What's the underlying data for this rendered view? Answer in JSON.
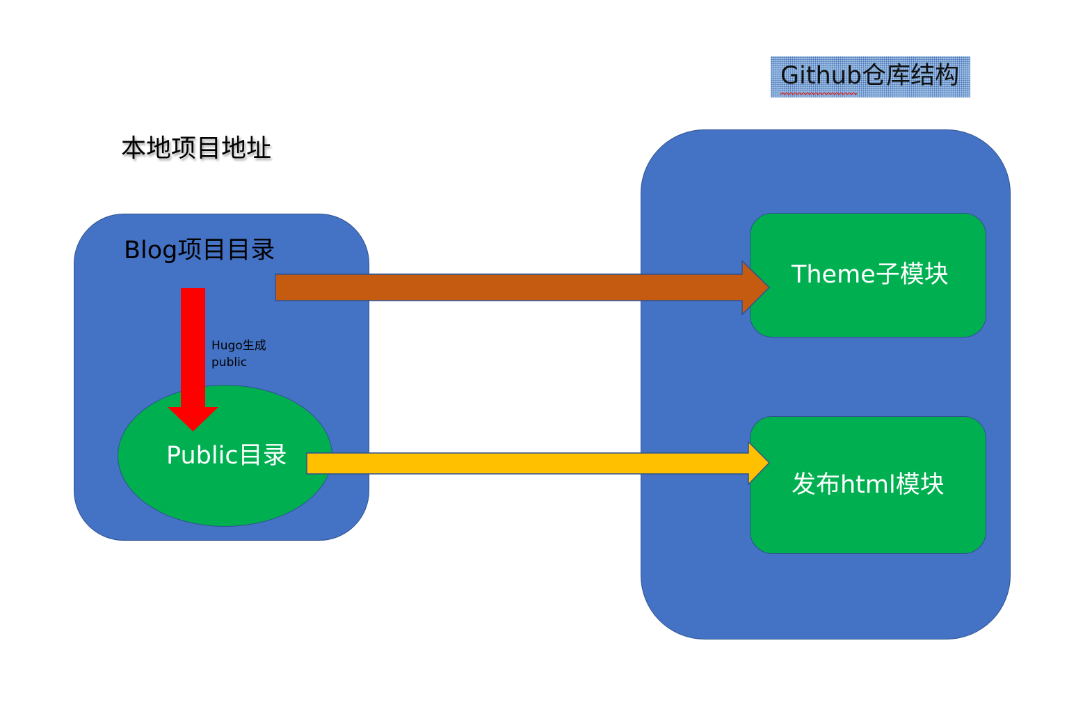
{
  "title_local": "本地项目地址",
  "title_github": "Github仓库结构",
  "local": {
    "blog_dir": "Blog项目目录",
    "hugo_note_line1": "Hugo生成",
    "hugo_note_line2": "public",
    "public_dir": "Public目录"
  },
  "github": {
    "theme_module": "Theme子模块",
    "publish_module": "发布html模块"
  },
  "colors": {
    "container_blue": "#4472c4",
    "module_green": "#00b050",
    "outline": "#2f528f",
    "arrow_red": "#ff0000",
    "arrow_orange": "#c55a11",
    "arrow_yellow": "#ffc000",
    "title_highlight": "#9dc3e6"
  }
}
